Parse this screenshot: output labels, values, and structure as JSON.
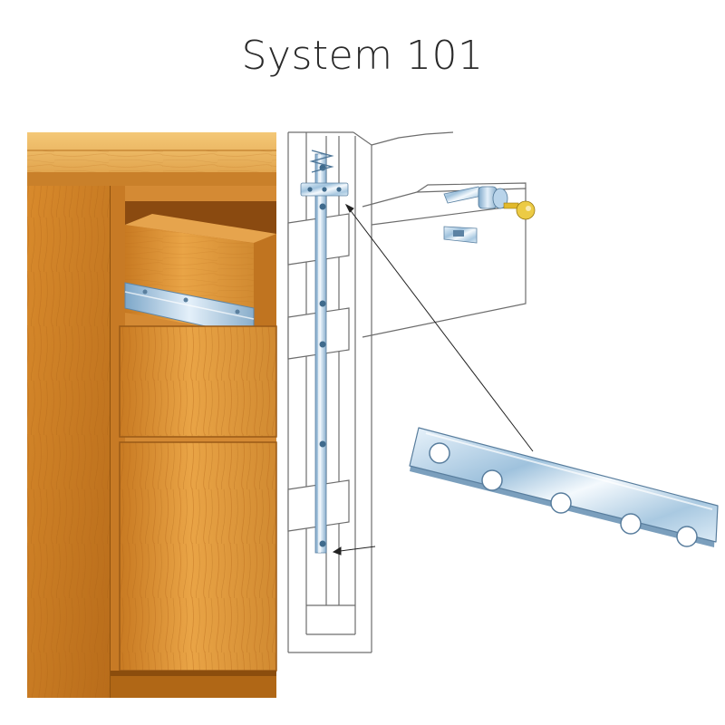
{
  "page": {
    "title": "System 101"
  },
  "illustration": {
    "cabinet": {
      "material": "oak",
      "wood_color": "#d98a2b",
      "wood_light": "#f1b55a",
      "wood_dark": "#a85f14"
    },
    "hardware": {
      "metal_color": "#cfe3f2",
      "metal_dark": "#7fa3c0",
      "key_color": "#e8c43a"
    },
    "callouts": 2,
    "strap_holes": 5
  }
}
